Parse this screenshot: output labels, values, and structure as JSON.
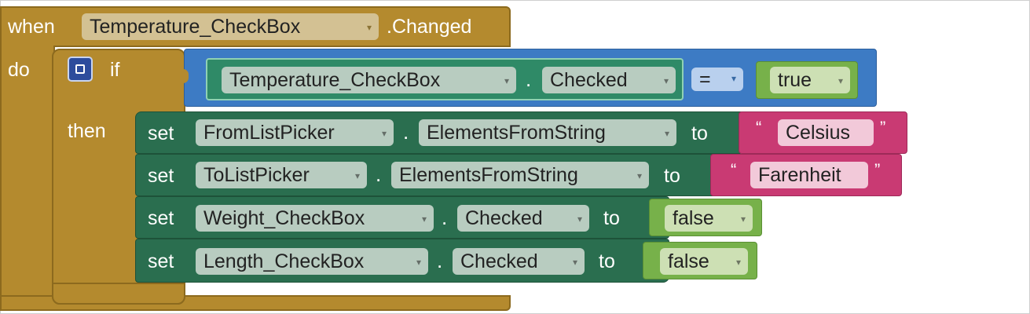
{
  "event": {
    "when": "when",
    "component": "Temperature_CheckBox",
    "event_name": ".Changed",
    "do": "do"
  },
  "if_block": {
    "if": "if",
    "then": "then",
    "condition": {
      "component": "Temperature_CheckBox",
      "dot": ".",
      "property": "Checked",
      "operator": "=",
      "value": "true"
    }
  },
  "statements": [
    {
      "set": "set",
      "component": "FromListPicker",
      "dot": ".",
      "property": "ElementsFromString",
      "to": "to",
      "value": "Celsius"
    },
    {
      "set": "set",
      "component": "ToListPicker",
      "dot": ".",
      "property": "ElementsFromString",
      "to": "to",
      "value": "Farenheit"
    },
    {
      "set": "set",
      "component": "Weight_CheckBox",
      "dot": ".",
      "property": "Checked",
      "to": "to",
      "value": "false"
    },
    {
      "set": "set",
      "component": "Length_CheckBox",
      "dot": ".",
      "property": "Checked",
      "to": "to",
      "value": "false"
    }
  ],
  "quotes": {
    "open": "“",
    "close": "”"
  },
  "icons": {
    "dropdown": "▾",
    "mutator": "gear-square-icon"
  }
}
